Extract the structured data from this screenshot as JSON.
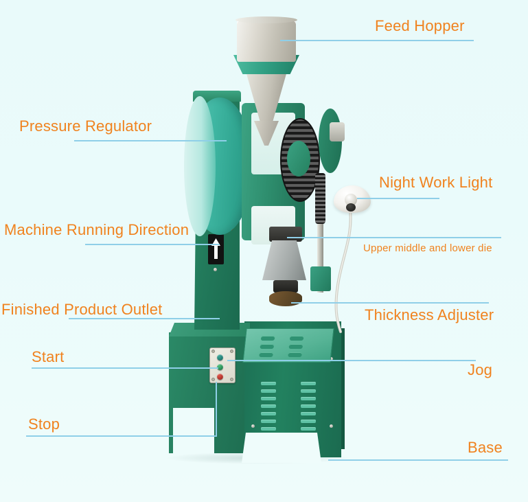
{
  "page": {
    "title": "Tablet Press Machine — Labeled Parts Diagram",
    "background_color": "#eafbfa",
    "label_color": "#f0821e",
    "leader_line_color": "#8fcfe8",
    "machine_colors": {
      "body_green": "#1f7a5c",
      "accent_green": "#4fb798",
      "flywheel_teal": "#3fb7a5",
      "hopper_steel": "#d6d3c8",
      "gear_black": "#1a1a1a",
      "button_red": "#c02a22",
      "button_green": "#1f8d55",
      "panel_beige": "#efeee4"
    }
  },
  "callouts": [
    {
      "id": "feed-hopper",
      "label": "Feed Hopper",
      "side": "right",
      "size": "large"
    },
    {
      "id": "pressure-regulator",
      "label": "Pressure Regulator",
      "side": "left",
      "size": "large"
    },
    {
      "id": "night-work-light",
      "label": "Night Work Light",
      "side": "right",
      "size": "large"
    },
    {
      "id": "machine-running-direction",
      "label": "Machine Running Direction",
      "side": "left",
      "size": "large"
    },
    {
      "id": "upper-middle-lower-die",
      "label": "Upper middle and lower die",
      "side": "right",
      "size": "small"
    },
    {
      "id": "finished-product-outlet",
      "label": "Finished Product Outlet",
      "side": "left",
      "size": "large"
    },
    {
      "id": "thickness-adjuster",
      "label": "Thickness Adjuster",
      "side": "right",
      "size": "large"
    },
    {
      "id": "start",
      "label": "Start",
      "side": "left",
      "size": "large"
    },
    {
      "id": "jog",
      "label": "Jog",
      "side": "right",
      "size": "large"
    },
    {
      "id": "stop",
      "label": "Stop",
      "side": "left",
      "size": "large"
    },
    {
      "id": "base",
      "label": "Base",
      "side": "right",
      "size": "large"
    }
  ],
  "control_panel": {
    "buttons": [
      {
        "name": "jog-button",
        "color": "#1b6f66"
      },
      {
        "name": "start-button",
        "color": "#1f8d55"
      },
      {
        "name": "stop-button",
        "color": "#c02a22"
      }
    ]
  },
  "indicators": {
    "direction_arrow": "up-arrow"
  }
}
